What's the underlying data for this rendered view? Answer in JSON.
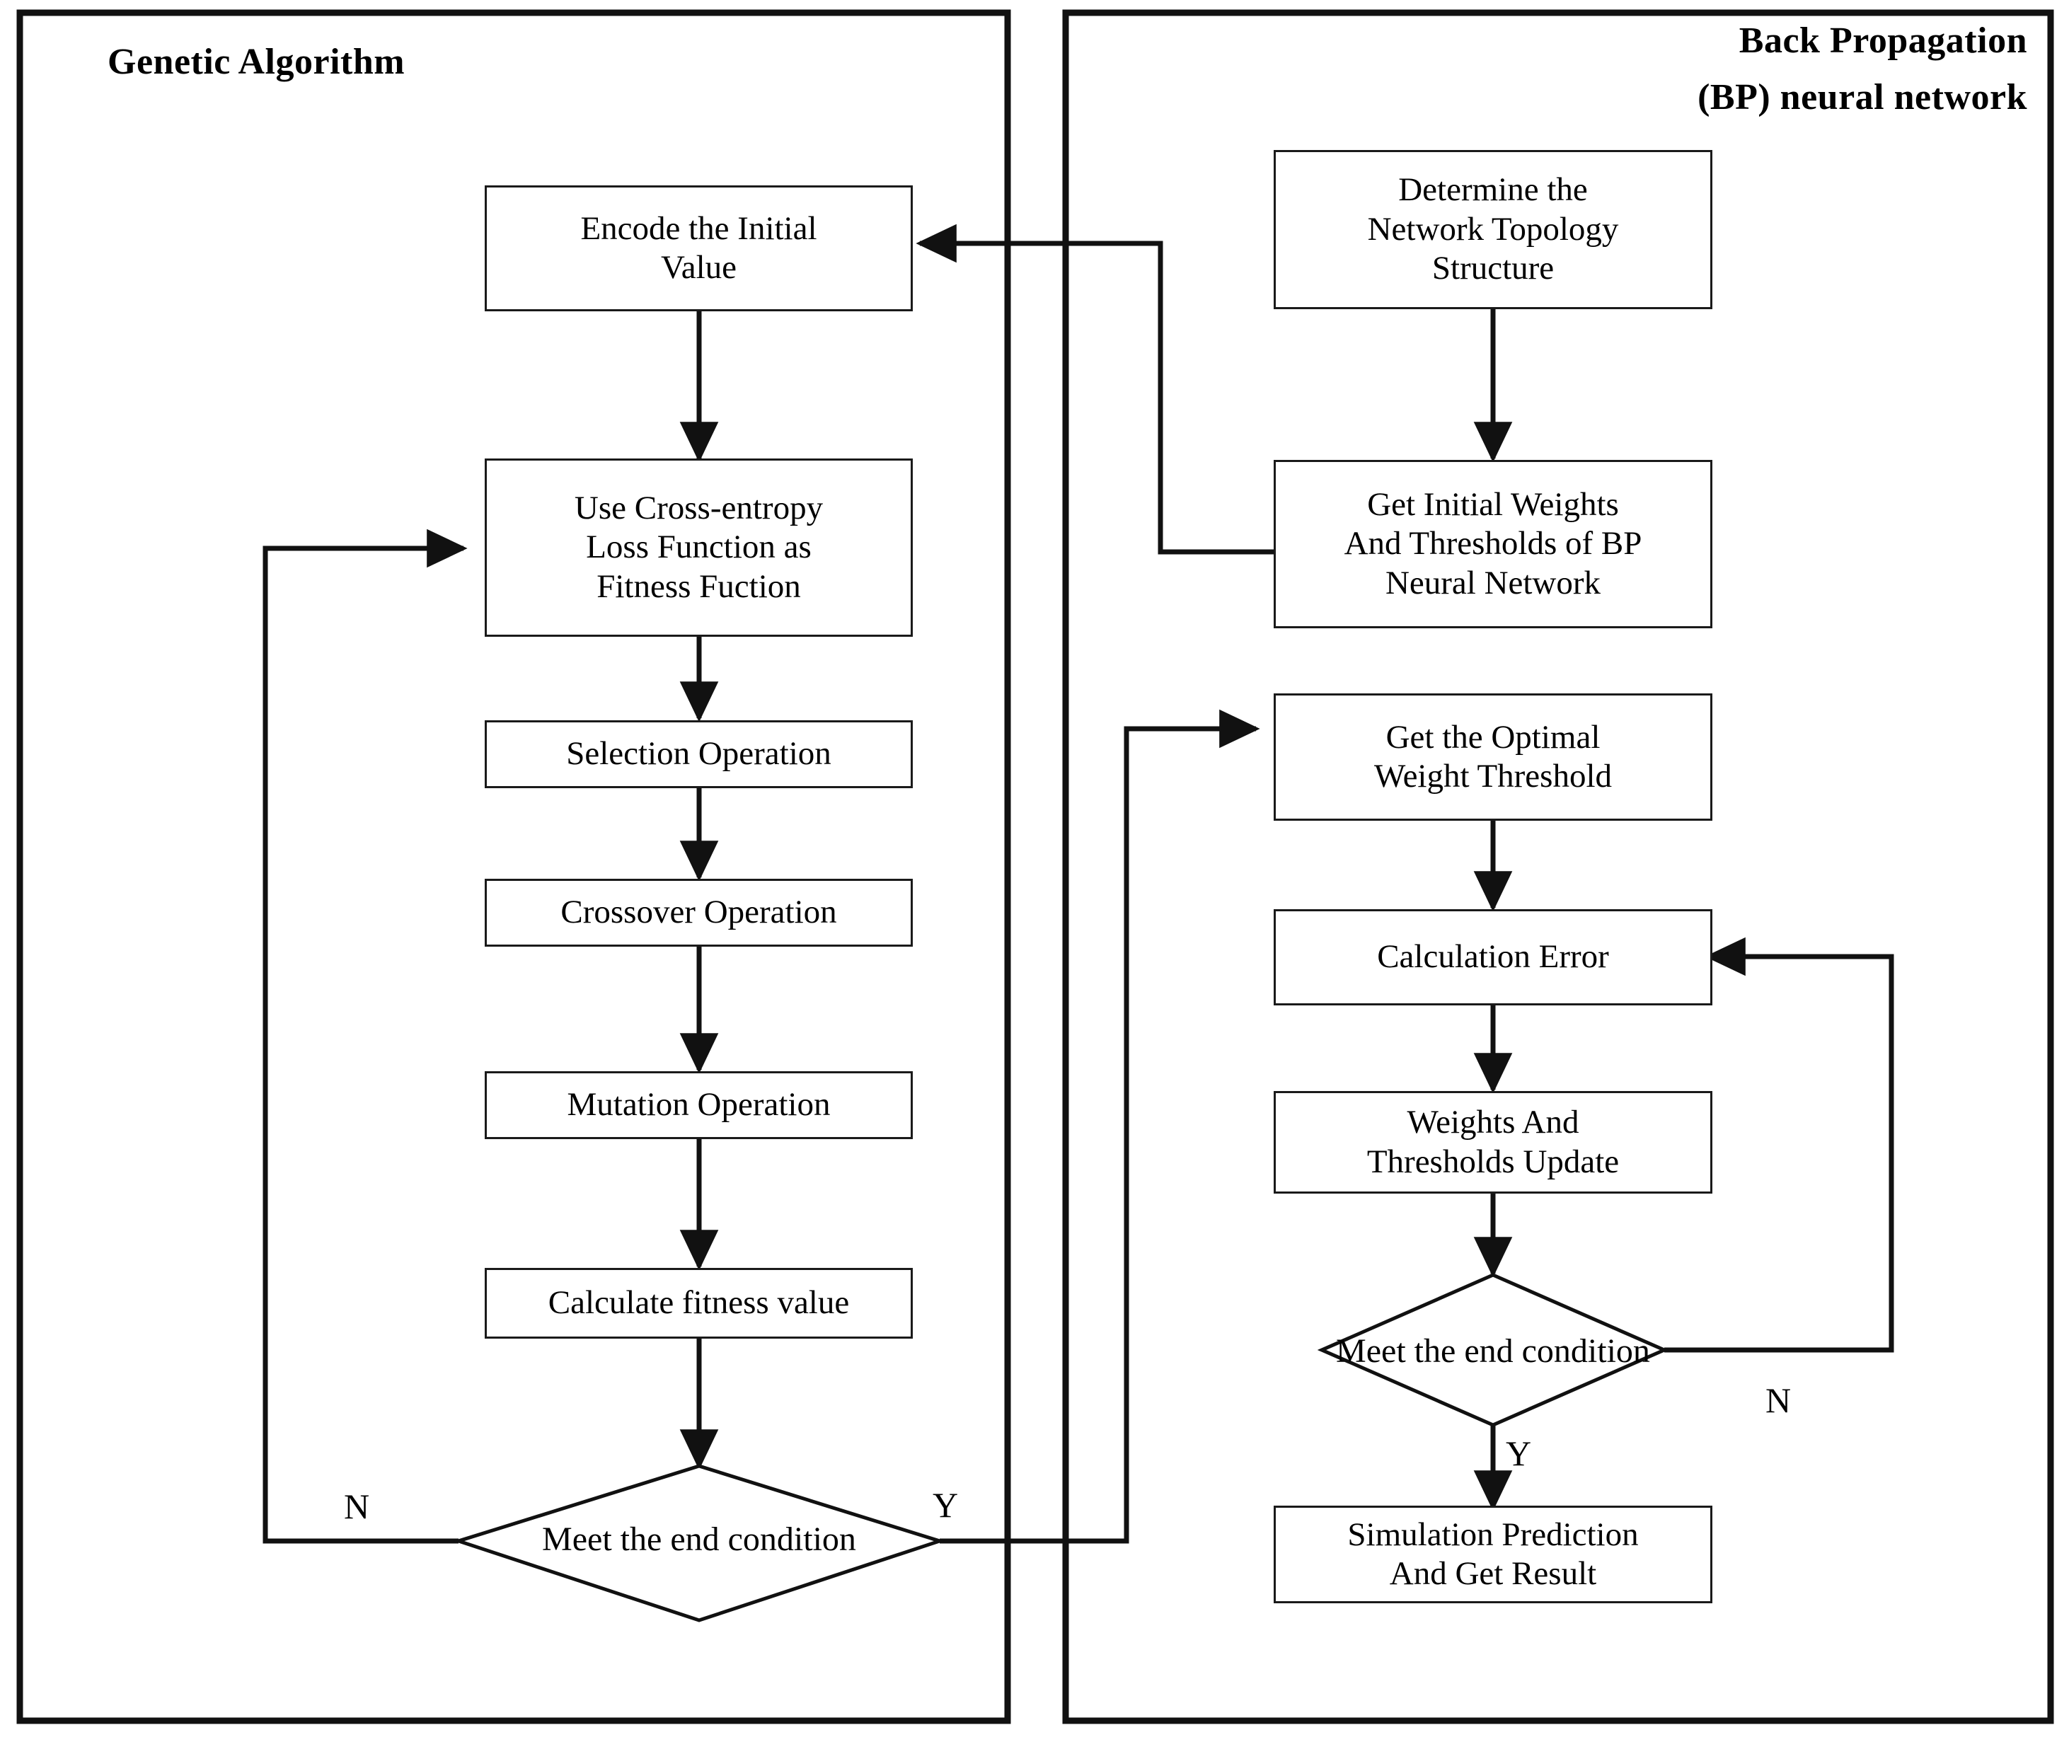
{
  "diagram": {
    "title": "GA-BP neural network flowchart",
    "panels": [
      {
        "id": "genetic-algorithm",
        "title": "Genetic Algorithm"
      },
      {
        "id": "bp-neural-network",
        "title": "Back Propagation\n(BP) neural network",
        "title_line1": "Back Propagation",
        "title_line2": "(BP) neural network"
      }
    ],
    "nodes": [
      {
        "id": "encode-initial-value",
        "panel": "genetic-algorithm",
        "shape": "process",
        "label": "Encode the Initial\nValue"
      },
      {
        "id": "cross-entropy-fitness",
        "panel": "genetic-algorithm",
        "shape": "process",
        "label": "Use Cross-entropy\nLoss Function as\nFitness Fuction"
      },
      {
        "id": "selection-operation",
        "panel": "genetic-algorithm",
        "shape": "process",
        "label": "Selection Operation"
      },
      {
        "id": "crossover-operation",
        "panel": "genetic-algorithm",
        "shape": "process",
        "label": "Crossover Operation"
      },
      {
        "id": "mutation-operation",
        "panel": "genetic-algorithm",
        "shape": "process",
        "label": "Mutation Operation"
      },
      {
        "id": "calculate-fitness-value",
        "panel": "genetic-algorithm",
        "shape": "process",
        "label": "Calculate fitness value"
      },
      {
        "id": "ga-end-condition",
        "panel": "genetic-algorithm",
        "shape": "decision",
        "label": "Meet the end condition"
      },
      {
        "id": "determine-network-topology",
        "panel": "bp-neural-network",
        "shape": "process",
        "label": "Determine the\nNetwork Topology\nStructure"
      },
      {
        "id": "get-initial-weights",
        "panel": "bp-neural-network",
        "shape": "process",
        "label": "Get Initial Weights\nAnd Thresholds of  BP\nNeural Network"
      },
      {
        "id": "get-optimal-weight",
        "panel": "bp-neural-network",
        "shape": "process",
        "label": "Get the Optimal\nWeight Threshold"
      },
      {
        "id": "calculation-error",
        "panel": "bp-neural-network",
        "shape": "process",
        "label": "Calculation Error"
      },
      {
        "id": "weights-thresholds-update",
        "panel": "bp-neural-network",
        "shape": "process",
        "label": "Weights And\nThresholds Update"
      },
      {
        "id": "bp-end-condition",
        "panel": "bp-neural-network",
        "shape": "decision",
        "label": "Meet the end condition"
      },
      {
        "id": "simulation-prediction",
        "panel": "bp-neural-network",
        "shape": "process",
        "label": "Simulation Prediction\nAnd Get Result"
      }
    ],
    "branch_labels": [
      {
        "id": "ga-branch-no",
        "text": "N",
        "from": "ga-end-condition"
      },
      {
        "id": "ga-branch-yes",
        "text": "Y",
        "from": "ga-end-condition"
      },
      {
        "id": "bp-branch-no",
        "text": "N",
        "from": "bp-end-condition"
      },
      {
        "id": "bp-branch-yes",
        "text": "Y",
        "from": "bp-end-condition"
      }
    ],
    "edges": [
      {
        "from": "encode-initial-value",
        "to": "cross-entropy-fitness",
        "label": ""
      },
      {
        "from": "cross-entropy-fitness",
        "to": "selection-operation",
        "label": ""
      },
      {
        "from": "selection-operation",
        "to": "crossover-operation",
        "label": ""
      },
      {
        "from": "crossover-operation",
        "to": "mutation-operation",
        "label": ""
      },
      {
        "from": "mutation-operation",
        "to": "calculate-fitness-value",
        "label": ""
      },
      {
        "from": "calculate-fitness-value",
        "to": "ga-end-condition",
        "label": ""
      },
      {
        "from": "ga-end-condition",
        "to": "cross-entropy-fitness",
        "label": "N"
      },
      {
        "from": "ga-end-condition",
        "to": "get-optimal-weight",
        "label": "Y"
      },
      {
        "from": "determine-network-topology",
        "to": "get-initial-weights",
        "label": ""
      },
      {
        "from": "get-initial-weights",
        "to": "encode-initial-value",
        "label": ""
      },
      {
        "from": "get-optimal-weight",
        "to": "calculation-error",
        "label": ""
      },
      {
        "from": "calculation-error",
        "to": "weights-thresholds-update",
        "label": ""
      },
      {
        "from": "weights-thresholds-update",
        "to": "bp-end-condition",
        "label": ""
      },
      {
        "from": "bp-end-condition",
        "to": "calculation-error",
        "label": "N"
      },
      {
        "from": "bp-end-condition",
        "to": "simulation-prediction",
        "label": "Y"
      }
    ],
    "colors": {
      "stroke": "#1a1a1a",
      "fill": "#ffffff",
      "text": "#000000",
      "background": "#ffffff"
    }
  }
}
